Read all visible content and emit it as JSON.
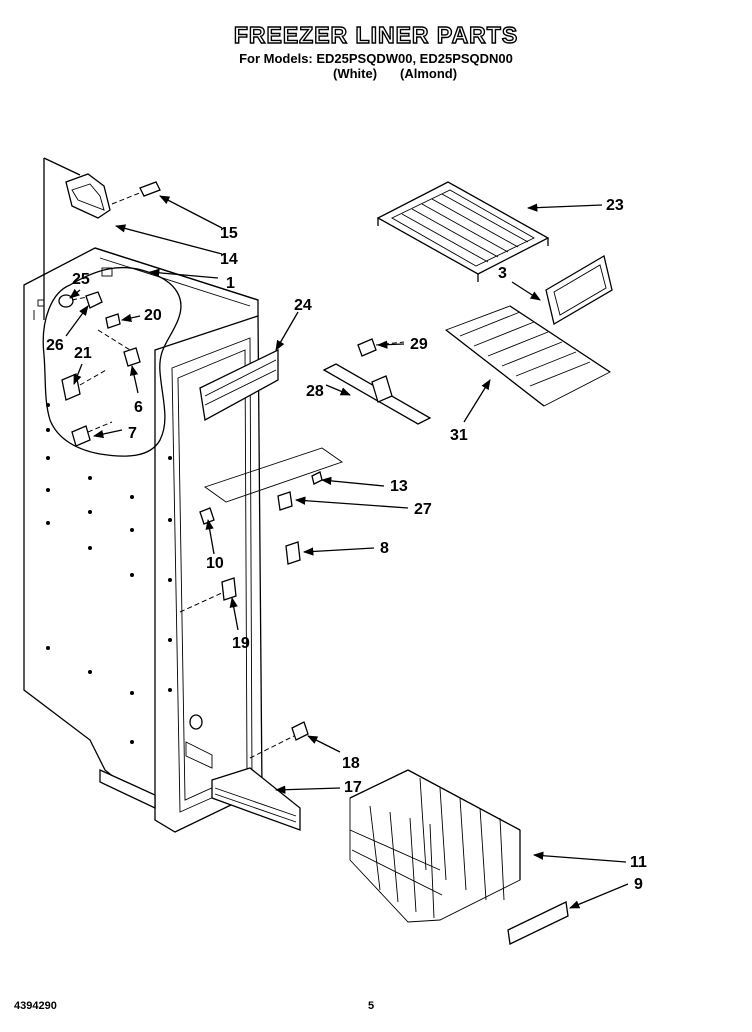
{
  "header": {
    "title": "FREEZER LINER PARTS",
    "models_line": "For Models: ED25PSQDW00, ED25PSQDN00",
    "variant_white": "(White)",
    "variant_almond": "(Almond)"
  },
  "callouts": {
    "c1": "1",
    "c3": "3",
    "c6": "6",
    "c7": "7",
    "c8": "8",
    "c9": "9",
    "c10": "10",
    "c11": "11",
    "c13": "13",
    "c14": "14",
    "c15": "15",
    "c17": "17",
    "c18": "18",
    "c19": "19",
    "c20": "20",
    "c21": "21",
    "c23": "23",
    "c24": "24",
    "c25": "25",
    "c26": "26",
    "c27": "27",
    "c28": "28",
    "c29": "29",
    "c31": "31"
  },
  "footer": {
    "doc_number": "4394290",
    "page_number": "5"
  }
}
